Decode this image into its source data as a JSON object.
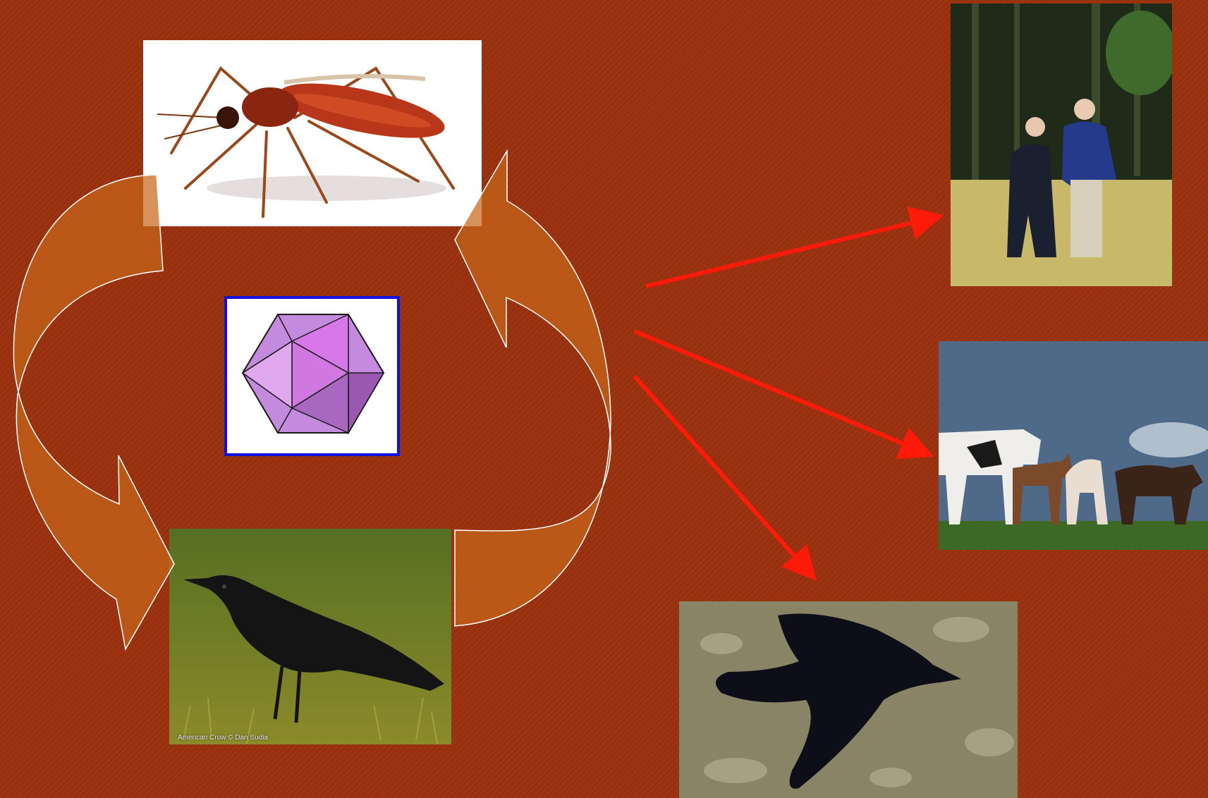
{
  "colors": {
    "background": "#98300e",
    "cycle_arrow_fill": "#c8661a",
    "cycle_arrow_outline": "#ffffff",
    "outcome_arrow": "#ff1a0a",
    "virus_frame_border": "#1212e0",
    "virus_fill": "#c38add"
  },
  "images": {
    "mosquito": {
      "icon": "mosquito-image"
    },
    "virus": {
      "icon": "icosahedral-virus-image"
    },
    "crow": {
      "icon": "crow-image",
      "caption": "American Crow © Dan Sudia"
    },
    "couple": {
      "icon": "elderly-couple-image"
    },
    "horses": {
      "icon": "horses-image"
    },
    "dead_crow": {
      "icon": "dead-crow-image"
    }
  }
}
